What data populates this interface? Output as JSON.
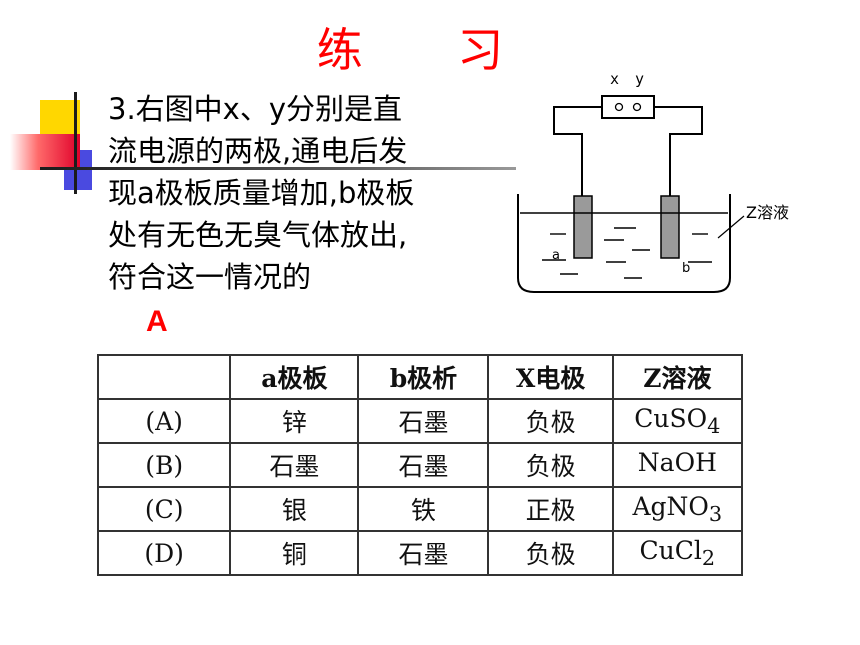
{
  "title": "练 习",
  "question": {
    "lines": [
      "3.右图中x、y分别是直",
      "流电源的两极,通电后发",
      "现a极板质量增加,b极板",
      "处有无色无臭气体放出,",
      "符合这一情况的"
    ]
  },
  "answer": "A",
  "diagram": {
    "label_x": "x",
    "label_y": "y",
    "label_z": "Z溶液",
    "label_a": "a",
    "label_b": "b"
  },
  "table": {
    "headers": [
      "",
      "a极板",
      "b极析",
      "X电极",
      "Z溶液"
    ],
    "rows": [
      {
        "option": "(A)",
        "a": "锌",
        "b": "石墨",
        "x": "负极",
        "z_base": "CuSO",
        "z_sub": "4"
      },
      {
        "option": "(B)",
        "a": "石墨",
        "b": "石墨",
        "x": "负极",
        "z_base": "NaOH",
        "z_sub": ""
      },
      {
        "option": "(C)",
        "a": "银",
        "b": "铁",
        "x": "正极",
        "z_base": "AgNO",
        "z_sub": "3"
      },
      {
        "option": "(D)",
        "a": "铜",
        "b": "石墨",
        "x": "负极",
        "z_base": "CuCl",
        "z_sub": "2"
      }
    ]
  }
}
